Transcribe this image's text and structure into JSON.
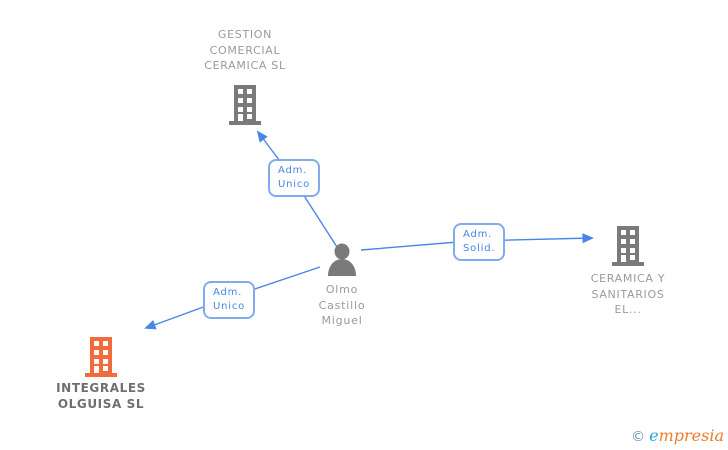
{
  "diagram": {
    "person": {
      "name": "Olmo\nCastillo\nMiguel"
    },
    "companies": [
      {
        "name": "GESTION\nCOMERCIAL\nCERAMICA SL",
        "highlighted": false
      },
      {
        "name": "CERAMICA Y\nSANITARIOS\nEL...",
        "highlighted": false
      },
      {
        "name": "INTEGRALES\nOLGUISA SL",
        "highlighted": true
      }
    ],
    "relationships": [
      {
        "label": "Adm.\nUnico",
        "from": "Olmo Castillo Miguel",
        "to": "GESTION COMERCIAL CERAMICA SL"
      },
      {
        "label": "Adm.\nSolid.",
        "from": "Olmo Castillo Miguel",
        "to": "CERAMICA Y SANITARIOS EL..."
      },
      {
        "label": "Adm.\nUnico",
        "from": "Olmo Castillo Miguel",
        "to": "INTEGRALES OLGUISA SL"
      }
    ]
  },
  "watermark": {
    "copyright": "©",
    "brand_e": "e",
    "brand_rest": "mpresia"
  },
  "colors": {
    "edge_blue": "#4a86e8",
    "label_border_blue": "#82abef",
    "company_gray": "#9a9a9a",
    "icon_gray": "#7a7a7a",
    "highlight_orange": "#f26a3d",
    "highlight_text": "#6f6f6f",
    "watermark_copyright": "#6b95aa",
    "watermark_blue": "#2aa2dc",
    "watermark_orange": "#ee7b28"
  }
}
